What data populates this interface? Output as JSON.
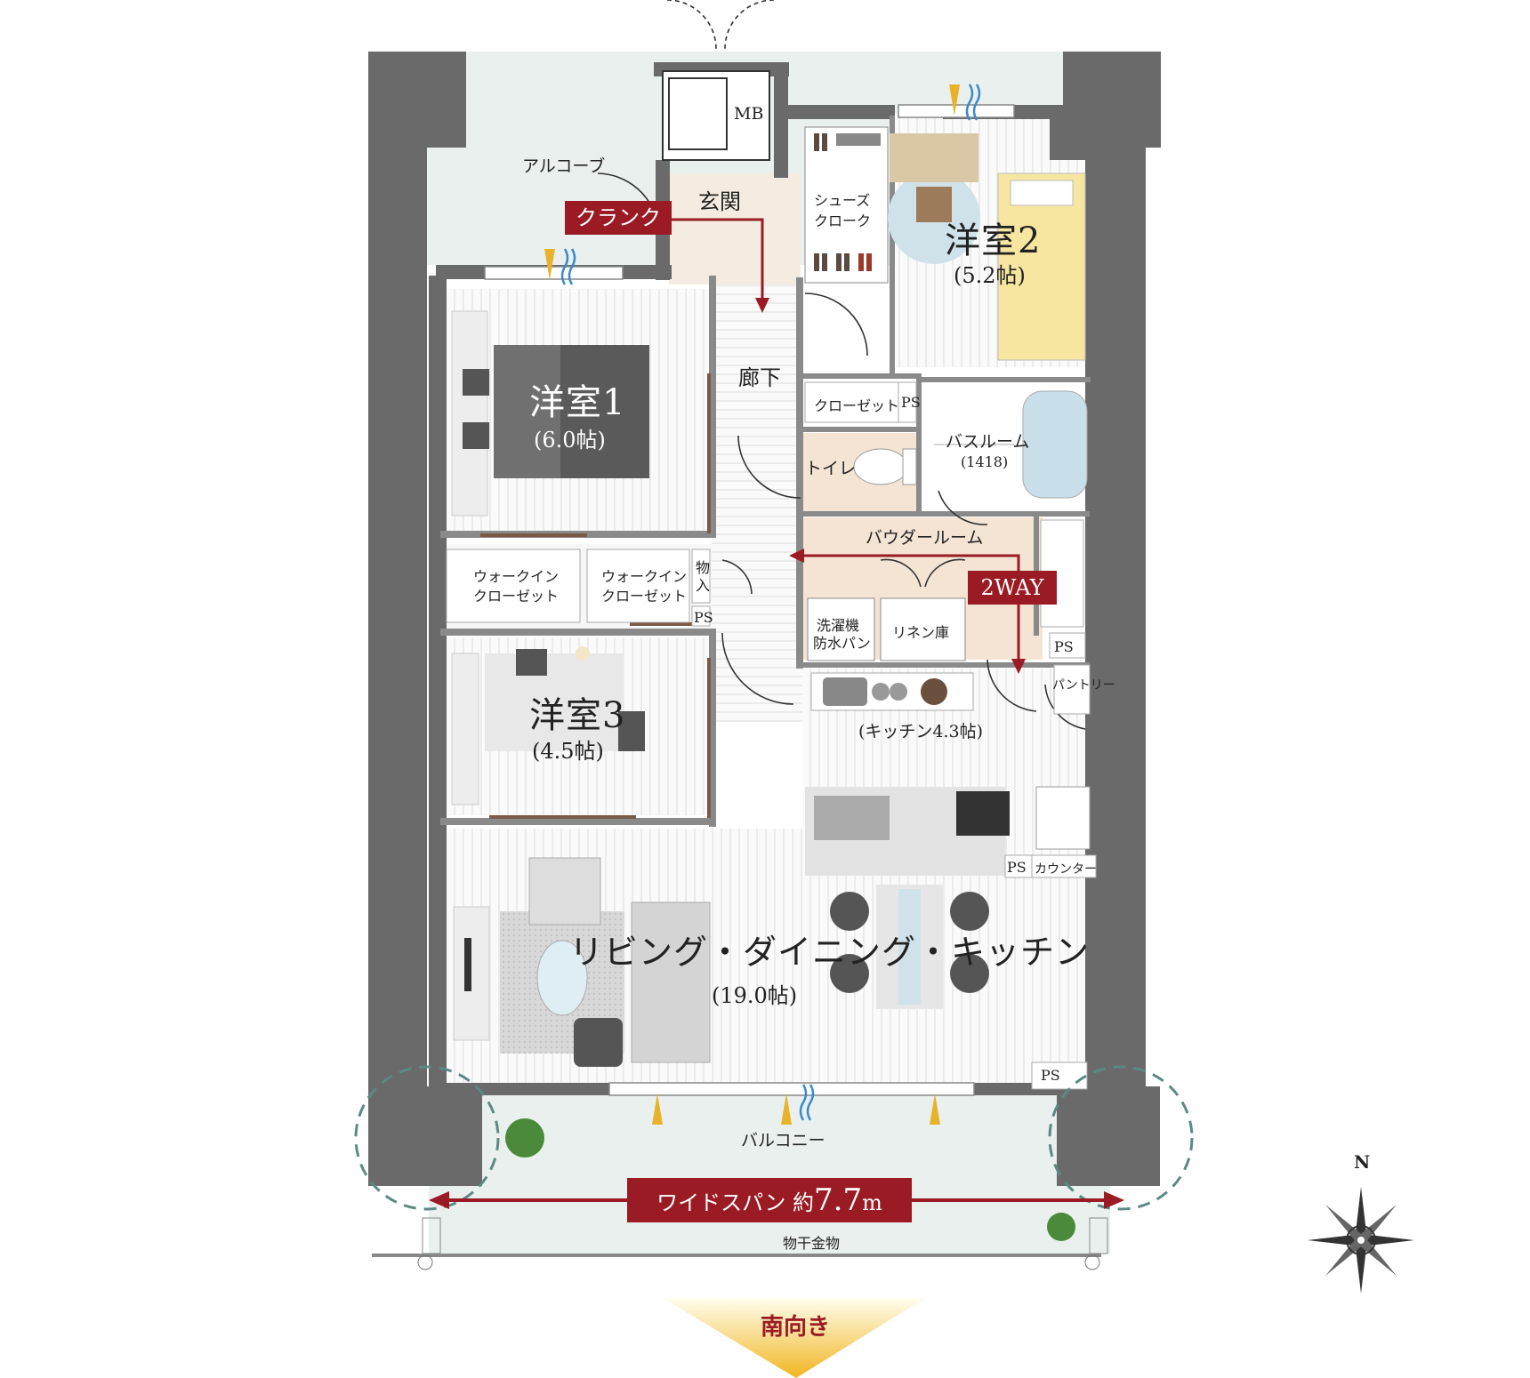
{
  "rooms": {
    "alcove": "アルコーブ",
    "mb": "MB",
    "genkan": "玄関",
    "shoes_closet": [
      "シューズ",
      "クローク"
    ],
    "yoshitsu2": {
      "name": "洋室2",
      "size": "(5.2帖)"
    },
    "yoshitsu1": {
      "name": "洋室1",
      "size": "(6.0帖)"
    },
    "yoshitsu3": {
      "name": "洋室3",
      "size": "(4.5帖)"
    },
    "corridor": "廊下",
    "closet": "クローゼット",
    "ps": "PS",
    "bathroom": {
      "name": "バスルーム",
      "size": "(1418)"
    },
    "toilet": "トイレ",
    "powder_room": "バウダールーム",
    "walkin_closet": [
      "ウォークイン",
      "クローゼット"
    ],
    "storage": [
      "物",
      "入"
    ],
    "washer": [
      "洗濯機",
      "防水パン"
    ],
    "linen": "リネン庫",
    "pantry": "パントリー",
    "kitchen_size": "(キッチン4.3帖)",
    "counter": "カウンター",
    "ldk": {
      "name": "リビング・ダイニング・キッチン",
      "size": "(19.0帖)"
    },
    "balcony": "バルコニー",
    "drying_hardware": "物干金物"
  },
  "callouts": {
    "crank": "クランク",
    "two_way": "2WAY",
    "wide_span_prefix": "ワイドスパン 約",
    "wide_span_value": "7.7",
    "wide_span_unit": "m",
    "south": "南向き",
    "north": "N"
  },
  "colors": {
    "wall": "#6a6a6a",
    "wall_light": "#9a9a9a",
    "floor_stripe": "#ececec",
    "outdoor": "#e8efec",
    "marble": "#f4e6da",
    "accent": "#9b1b24",
    "teal_dash": "#5b8a84",
    "south_arrow": "#f3bd25",
    "door_wood": "#7a5a45"
  }
}
